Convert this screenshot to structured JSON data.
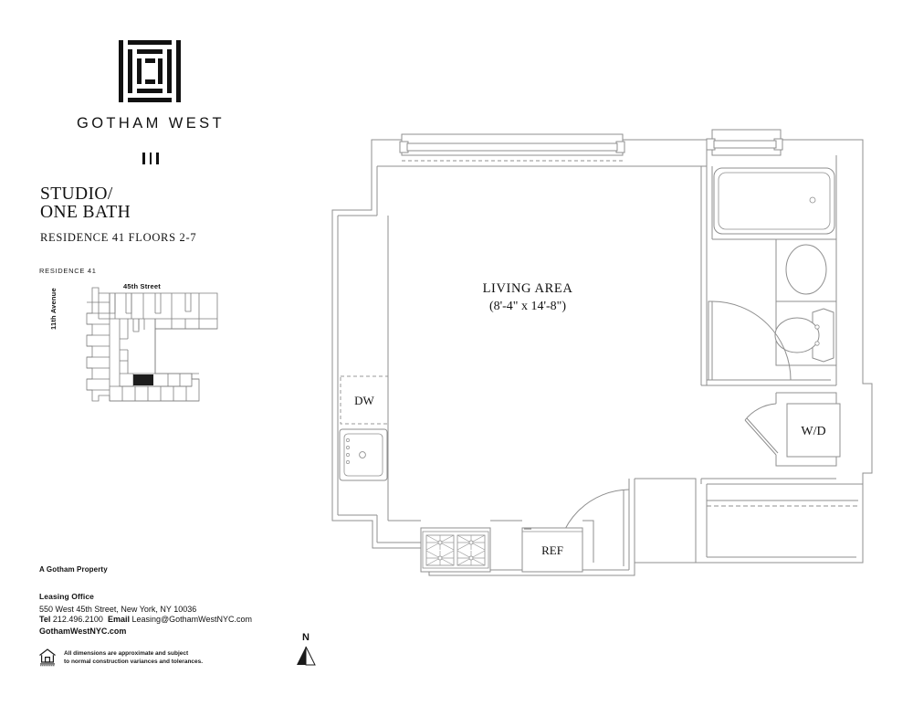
{
  "brand": {
    "logo_icon": "gotham-west-labyrinth-logo",
    "name": "GOTHAM WEST",
    "bars_icon": "three-bars-mark"
  },
  "unit": {
    "type_line1": "STUDIO/",
    "type_line2": "ONE BATH",
    "residence_floors": "RESIDENCE 41 FLOORS 2-7"
  },
  "keyplan": {
    "title": "RESIDENCE 41",
    "street_label": "45th Street",
    "avenue_label": "11th Avenue",
    "highlight_color": "#1a1a1a"
  },
  "floorplan": {
    "living_area_label": "LIVING AREA",
    "living_area_dims": "(8'-4\" x 14'-8\")",
    "dishwasher_label": "DW",
    "refrigerator_label": "REF",
    "washer_dryer_label": "W/D",
    "line_color": "#8c8c8c",
    "fixtures": [
      "bathtub",
      "vanity-sink",
      "toilet",
      "kitchen-sink",
      "range-cooktop",
      "dishwasher",
      "refrigerator",
      "washer-dryer"
    ]
  },
  "north": {
    "label": "N",
    "icon": "north-arrow-icon"
  },
  "footer": {
    "property_line": "A Gotham Property",
    "leasing_heading": "Leasing Office",
    "address": "550 West 45th Street, New York, NY 10036",
    "tel_label": "Tel",
    "tel_number": "212.496.2100",
    "email_label": "Email",
    "email": "Leasing@GothamWestNYC.com",
    "website": "GothamWestNYC.com",
    "eho_icon": "equal-housing-opportunity-icon",
    "disclaimer_line1": "All dimensions are approximate and subject",
    "disclaimer_line2": "to normal construction variances and tolerances."
  }
}
